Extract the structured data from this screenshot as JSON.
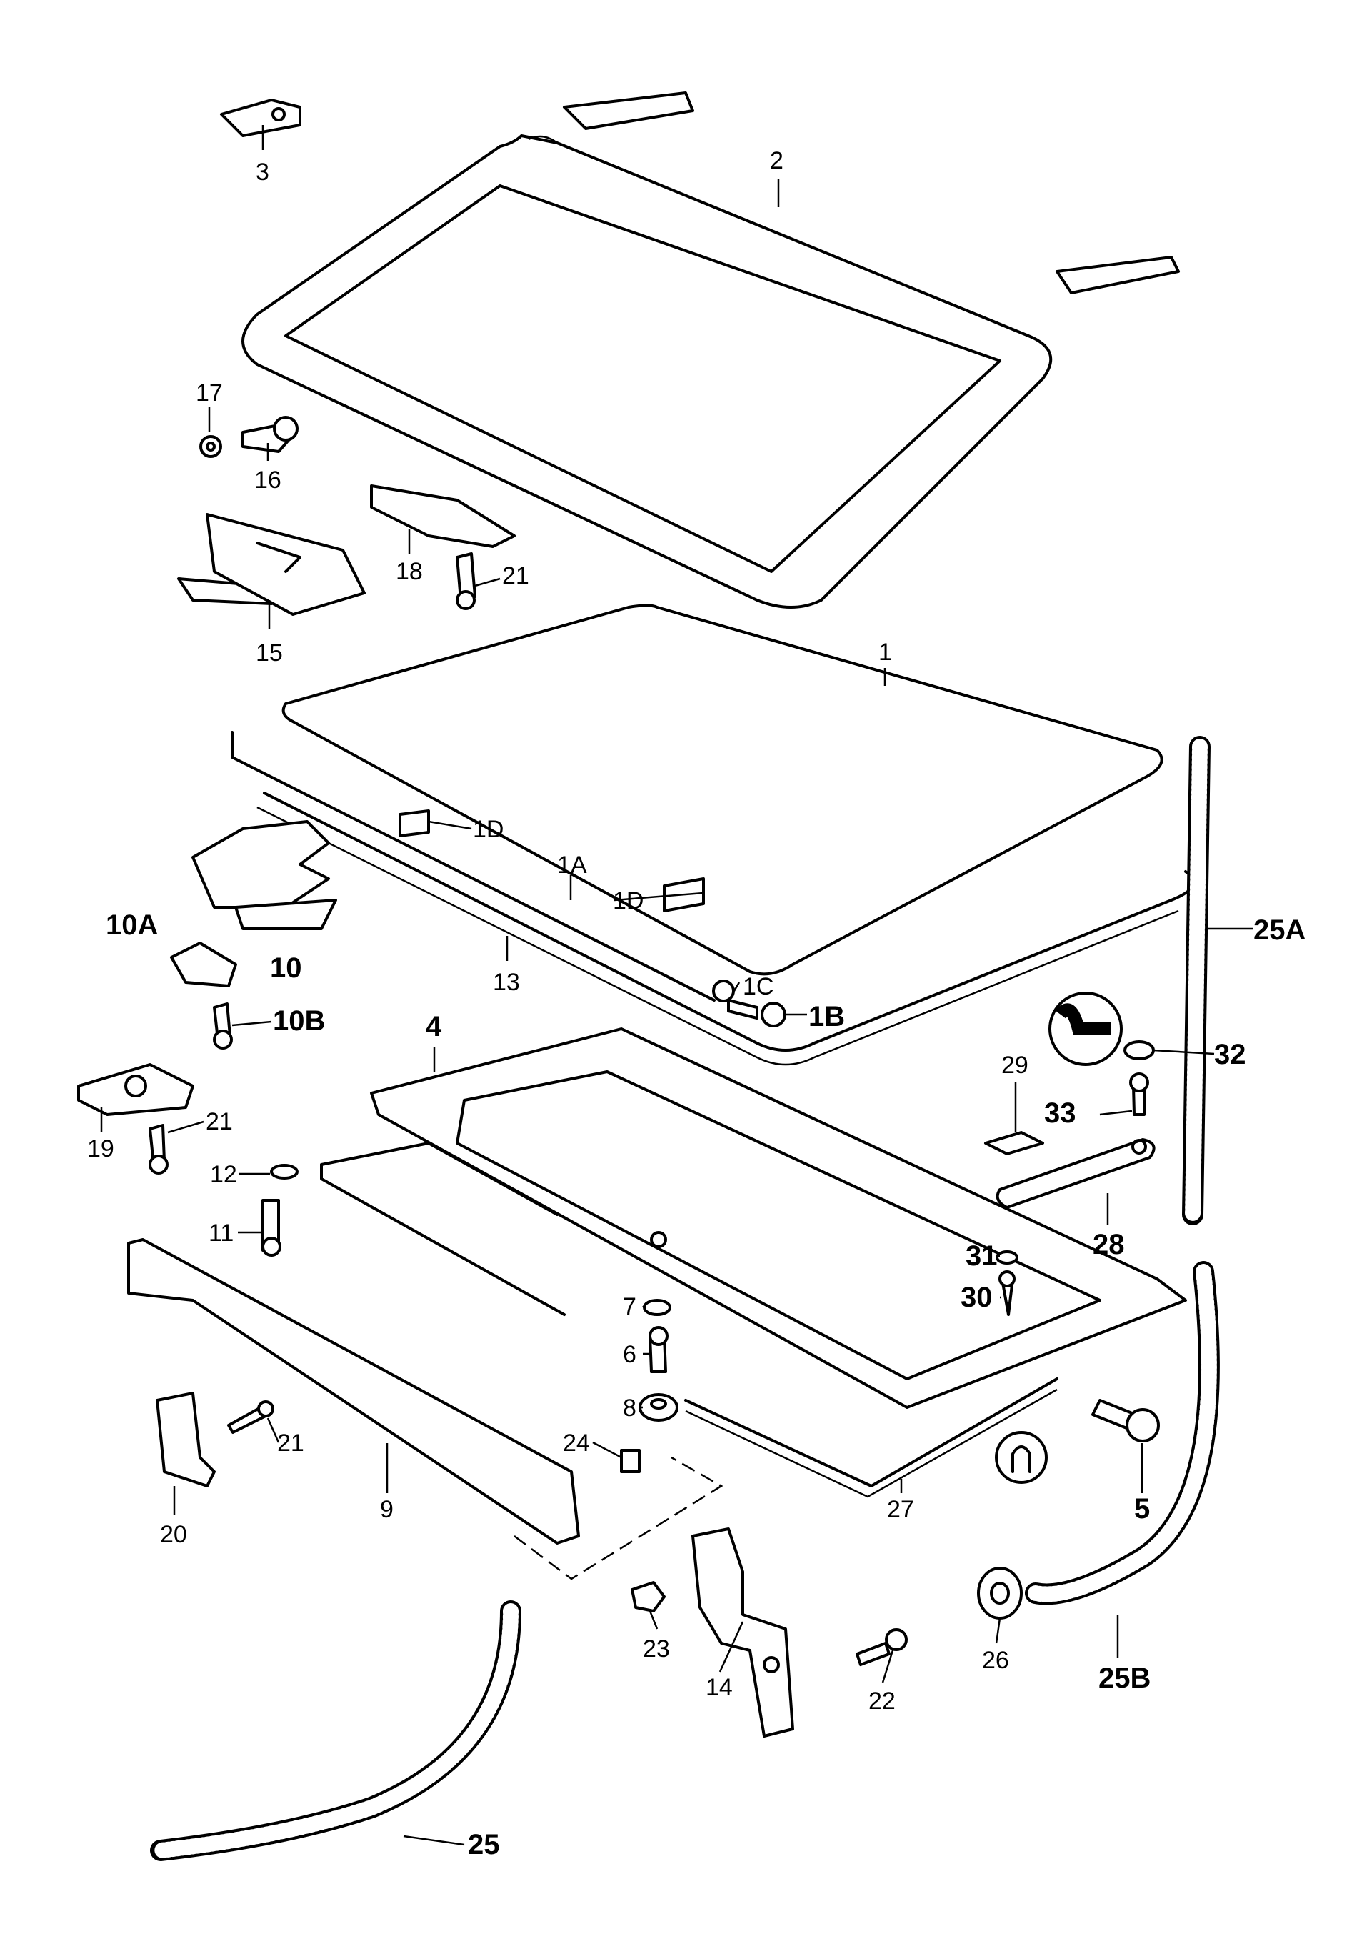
{
  "diagram": {
    "callouts": [
      {
        "id": "2",
        "text": "2"
      },
      {
        "id": "3",
        "text": "3"
      },
      {
        "id": "17",
        "text": "17"
      },
      {
        "id": "16",
        "text": "16"
      },
      {
        "id": "18",
        "text": "18"
      },
      {
        "id": "21a",
        "text": "21"
      },
      {
        "id": "15",
        "text": "15"
      },
      {
        "id": "1",
        "text": "1"
      },
      {
        "id": "1Da",
        "text": "1D"
      },
      {
        "id": "1A",
        "text": "1A"
      },
      {
        "id": "1Db",
        "text": "1D"
      },
      {
        "id": "10A",
        "text": "10A"
      },
      {
        "id": "10",
        "text": "10"
      },
      {
        "id": "13",
        "text": "13"
      },
      {
        "id": "1C",
        "text": "1C"
      },
      {
        "id": "1B",
        "text": "1B"
      },
      {
        "id": "10B",
        "text": "10B"
      },
      {
        "id": "25A",
        "text": "25A"
      },
      {
        "id": "4",
        "text": "4"
      },
      {
        "id": "32",
        "text": "32"
      },
      {
        "id": "29",
        "text": "29"
      },
      {
        "id": "33",
        "text": "33"
      },
      {
        "id": "19",
        "text": "19"
      },
      {
        "id": "21b",
        "text": "21"
      },
      {
        "id": "12",
        "text": "12"
      },
      {
        "id": "28",
        "text": "28"
      },
      {
        "id": "11",
        "text": "11"
      },
      {
        "id": "31",
        "text": "31"
      },
      {
        "id": "30",
        "text": "30"
      },
      {
        "id": "7",
        "text": "7"
      },
      {
        "id": "6",
        "text": "6"
      },
      {
        "id": "8",
        "text": "8"
      },
      {
        "id": "21c",
        "text": "21"
      },
      {
        "id": "24",
        "text": "24"
      },
      {
        "id": "20",
        "text": "20"
      },
      {
        "id": "9",
        "text": "9"
      },
      {
        "id": "27",
        "text": "27"
      },
      {
        "id": "5",
        "text": "5"
      },
      {
        "id": "23",
        "text": "23"
      },
      {
        "id": "14",
        "text": "14"
      },
      {
        "id": "22",
        "text": "22"
      },
      {
        "id": "26",
        "text": "26"
      },
      {
        "id": "25B",
        "text": "25B"
      },
      {
        "id": "25",
        "text": "25"
      }
    ]
  }
}
